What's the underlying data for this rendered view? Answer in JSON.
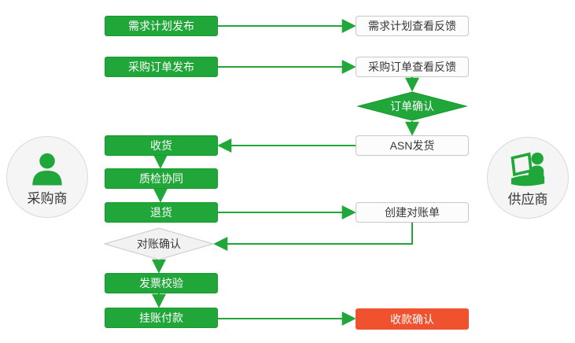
{
  "palette": {
    "green": "#21a63a",
    "green_border": "#189a30",
    "red": "#f0512f",
    "box_bg": "#fcfcfc",
    "box_border": "#c8c8c8",
    "diamond_bg": "#f2f2f2",
    "diamond_border": "#c9c9c9",
    "circle_bg": "#f5f5f5",
    "circle_border": "#dadada",
    "text_dark": "#383838",
    "text_light": "#ffffff"
  },
  "actors": {
    "buyer": {
      "label": "采购商",
      "icon": "person-icon"
    },
    "supplier": {
      "label": "供应商",
      "icon": "person-laptop-icon"
    }
  },
  "nodes": {
    "demand_publish": {
      "label": "需求计划发布"
    },
    "demand_feedback": {
      "label": "需求计划查看反馈"
    },
    "po_publish": {
      "label": "采购订单发布"
    },
    "po_feedback": {
      "label": "采购订单查看反馈"
    },
    "order_confirm": {
      "label": "订单确认"
    },
    "receive": {
      "label": "收货"
    },
    "asn_ship": {
      "label": "ASN发货"
    },
    "quality_check": {
      "label": "质检协同"
    },
    "return_goods": {
      "label": "退货"
    },
    "create_statement": {
      "label": "创建对账单"
    },
    "statement_confirm": {
      "label": "对账确认"
    },
    "invoice_verify": {
      "label": "发票校验"
    },
    "payment": {
      "label": "挂账付款"
    },
    "receipt_confirm": {
      "label": "收款确认"
    }
  }
}
